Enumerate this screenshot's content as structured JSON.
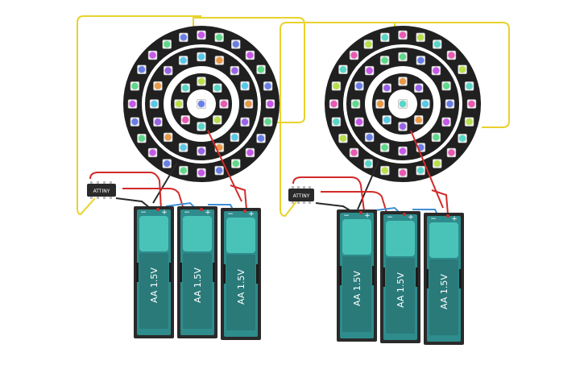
{
  "colors": {
    "wire_yellow": "#e8d22c",
    "wire_red": "#d22a2a",
    "wire_black": "#2a2a2a",
    "wire_blue": "#3f8fd6",
    "wire_green": "#3fae49",
    "board": "#202020",
    "led_palette": [
      "#c858e8",
      "#ea5ab4",
      "#58c8e8",
      "#5fd88a",
      "#b8df4c",
      "#e89a48",
      "#6a7fe6",
      "#59d6c8",
      "#9a64e6"
    ],
    "battery_body": "#2e8c8c",
    "battery_top": "#49c3b8",
    "battery_case": "#2a2a2a"
  },
  "circuits": [
    {
      "id": "left",
      "chip": {
        "label": "ATTINY"
      },
      "ring_led_counts": [
        24,
        16,
        8,
        1
      ],
      "batteries": [
        {
          "label": "AA 1.5V",
          "minus": "−",
          "plus": "+"
        },
        {
          "label": "AA 1.5V",
          "minus": "−",
          "plus": "+"
        },
        {
          "label": "AA 1.5V",
          "minus": "−",
          "plus": "+"
        }
      ]
    },
    {
      "id": "right",
      "chip": {
        "label": "ATTINY"
      },
      "ring_led_counts": [
        24,
        16,
        8,
        1
      ],
      "batteries": [
        {
          "label": "AA 1.5V",
          "minus": "−",
          "plus": "+"
        },
        {
          "label": "AA 1.5V",
          "minus": "−",
          "plus": "+"
        },
        {
          "label": "AA 1.5V",
          "minus": "−",
          "plus": "+"
        }
      ]
    }
  ]
}
